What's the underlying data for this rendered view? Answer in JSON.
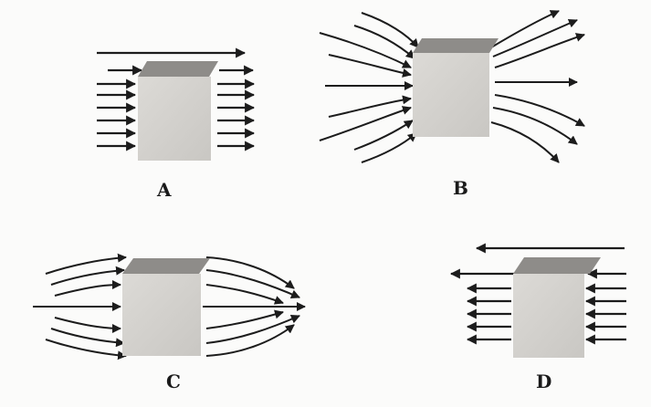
{
  "panels": {
    "a": {
      "label": "A"
    },
    "b": {
      "label": "B"
    },
    "c": {
      "label": "C"
    },
    "d": {
      "label": "D"
    }
  },
  "colors": {
    "line": "#1c1c1c",
    "block_front": "#d4d2cf",
    "block_top": "#8e8c89"
  }
}
